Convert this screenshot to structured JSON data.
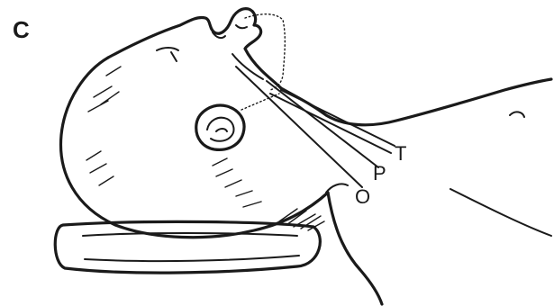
{
  "figure": {
    "panel_label": "C",
    "line_labels": {
      "t": "T",
      "p": "P",
      "o": "O"
    }
  }
}
